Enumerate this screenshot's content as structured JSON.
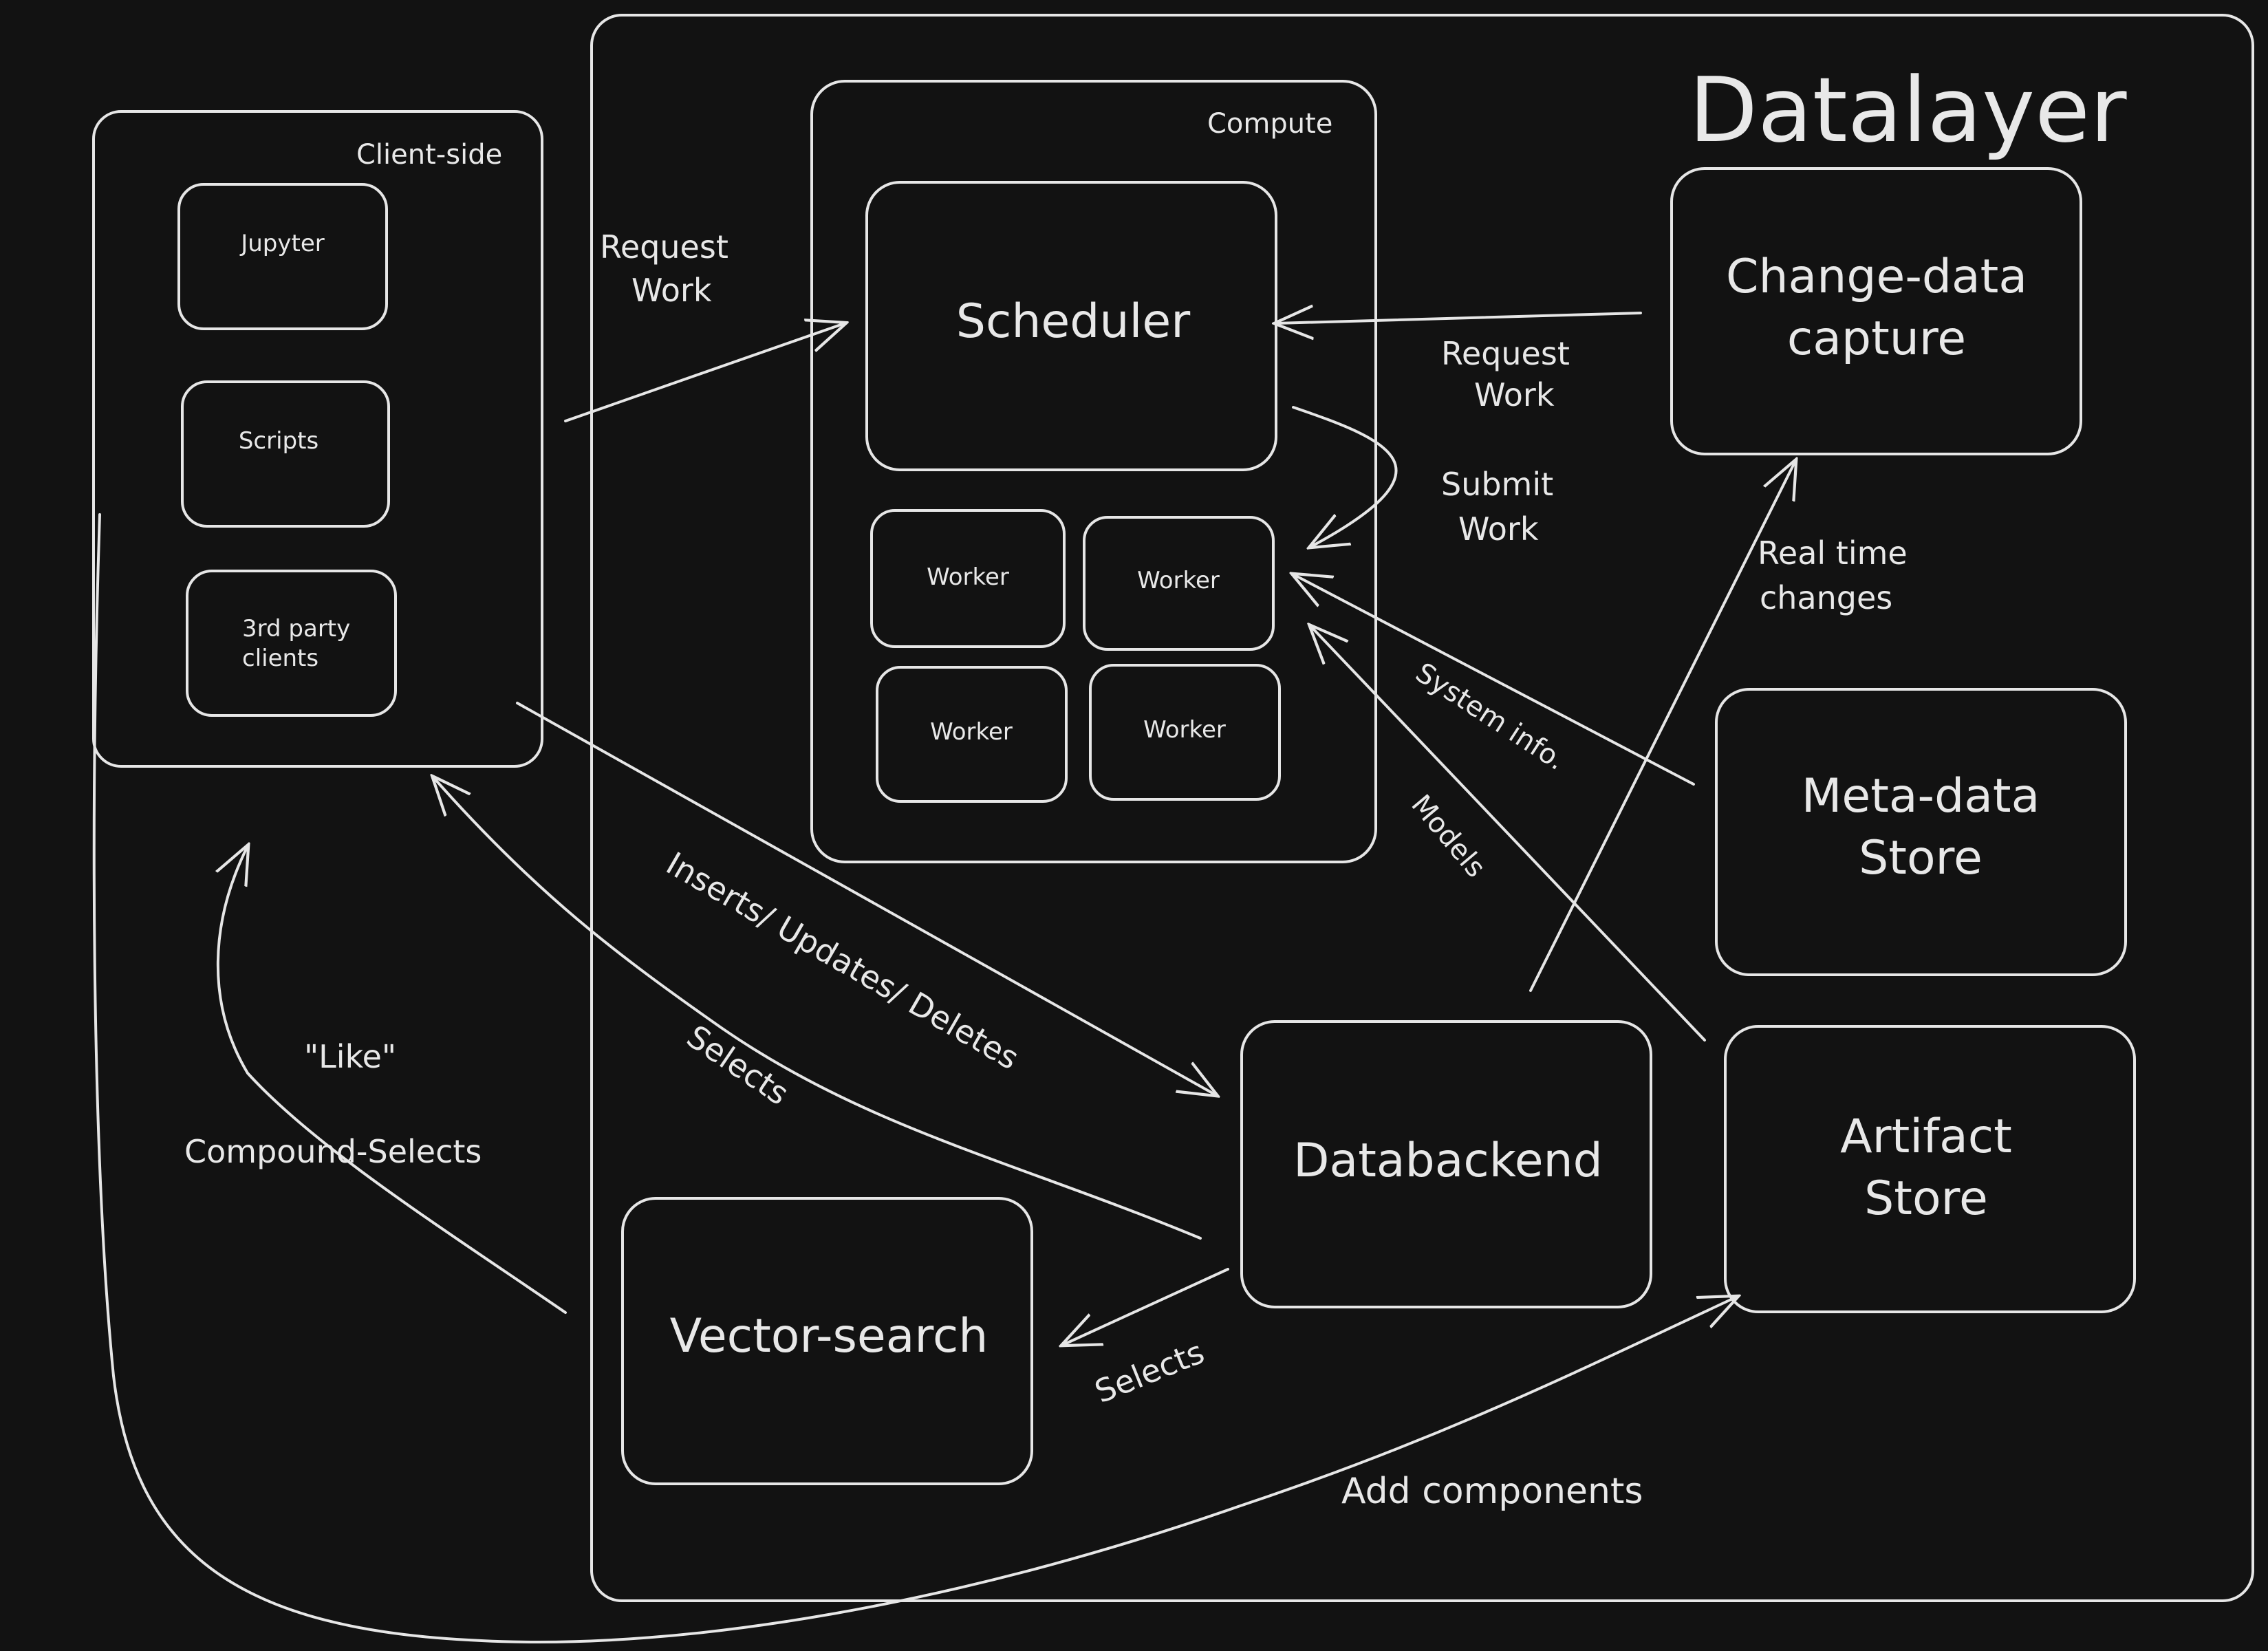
{
  "title": "Datalayer",
  "groups": {
    "client_side": "Client-side",
    "compute": "Compute"
  },
  "clients": {
    "jupyter": "Jupyter",
    "scripts": "Scripts",
    "third_party_line1": "3rd party",
    "third_party_line2": "clients"
  },
  "compute": {
    "scheduler": "Scheduler",
    "workers": [
      "Worker",
      "Worker",
      "Worker",
      "Worker"
    ]
  },
  "components": {
    "cdc_line1": "Change-data",
    "cdc_line2": "capture",
    "metadata_line1": "Meta-data",
    "metadata_line2": "Store",
    "artifact_line1": "Artifact",
    "artifact_line2": "Store",
    "databackend": "Databackend",
    "vector_search": "Vector-search"
  },
  "edges": {
    "request_work_client_1": "Request",
    "request_work_client_2": "Work",
    "request_work_cdc_1": "Request",
    "request_work_cdc_2": "Work",
    "submit_work_1": "Submit",
    "submit_work_2": "Work",
    "real_time_1": "Real time",
    "real_time_2": "changes",
    "system_info": "System info.",
    "models": "Models",
    "inserts": "Inserts/ Updates/ Deletes",
    "selects_client": "Selects",
    "selects_vector": "Selects",
    "like": "\"Like\"",
    "compound_selects": "Compound-Selects"
  },
  "footer": "Add components"
}
